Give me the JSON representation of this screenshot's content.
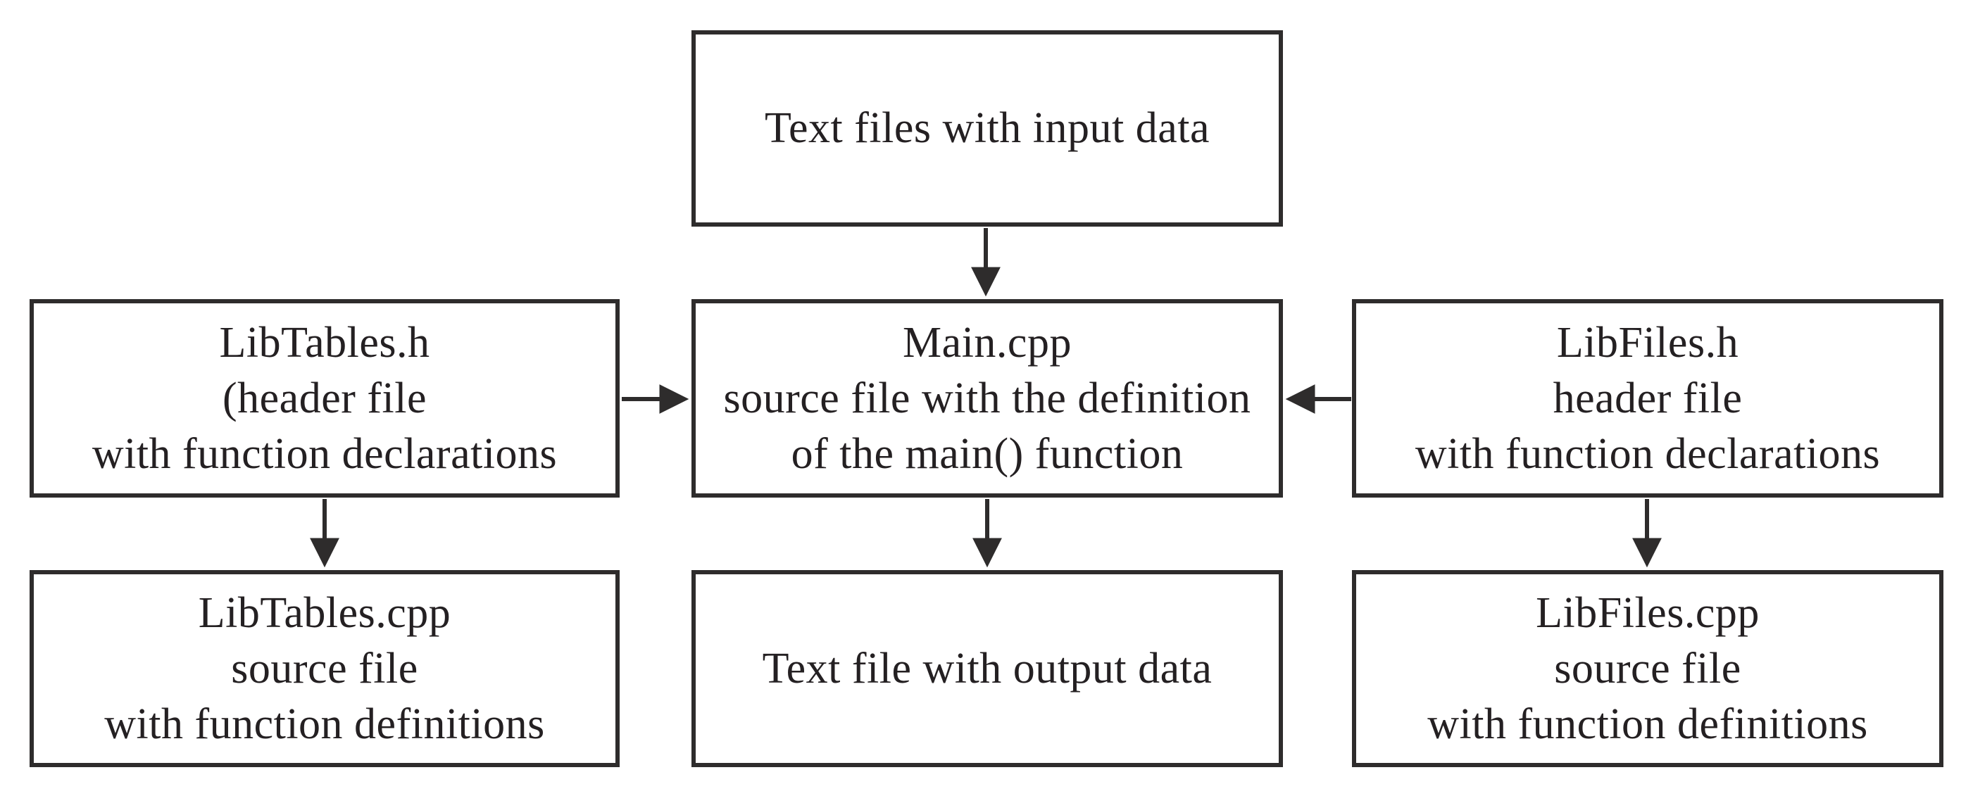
{
  "diagram": {
    "title": "C++ project file structure flow diagram",
    "colors": {
      "background": "#ffffff",
      "stroke": "#2e2c2c",
      "text": "#242022"
    },
    "nodes": {
      "input_data": {
        "id": "input-data",
        "lines": [
          "Text files with input data"
        ]
      },
      "libtables_h": {
        "id": "libtables-h",
        "lines": [
          "LibTables.h",
          "(header file",
          "with function declarations"
        ]
      },
      "main_cpp": {
        "id": "main-cpp",
        "lines": [
          "Main.cpp",
          "source file with the definition",
          "of the main() function"
        ]
      },
      "libfiles_h": {
        "id": "libfiles-h",
        "lines": [
          "LibFiles.h",
          "header file",
          "with function declarations"
        ]
      },
      "libtables_cpp": {
        "id": "libtables-cpp",
        "lines": [
          "LibTables.cpp",
          "source file",
          "with function definitions"
        ]
      },
      "output_data": {
        "id": "output-data",
        "lines": [
          "Text file with output data"
        ]
      },
      "libfiles_cpp": {
        "id": "libfiles-cpp",
        "lines": [
          "LibFiles.cpp",
          "source file",
          "with function definitions"
        ]
      }
    },
    "edges": [
      {
        "from": "input_data",
        "to": "main_cpp",
        "direction": "down"
      },
      {
        "from": "libtables_h",
        "to": "main_cpp",
        "direction": "right"
      },
      {
        "from": "libfiles_h",
        "to": "main_cpp",
        "direction": "left"
      },
      {
        "from": "libtables_h",
        "to": "libtables_cpp",
        "direction": "down"
      },
      {
        "from": "main_cpp",
        "to": "output_data",
        "direction": "down"
      },
      {
        "from": "libfiles_h",
        "to": "libfiles_cpp",
        "direction": "down"
      }
    ]
  }
}
